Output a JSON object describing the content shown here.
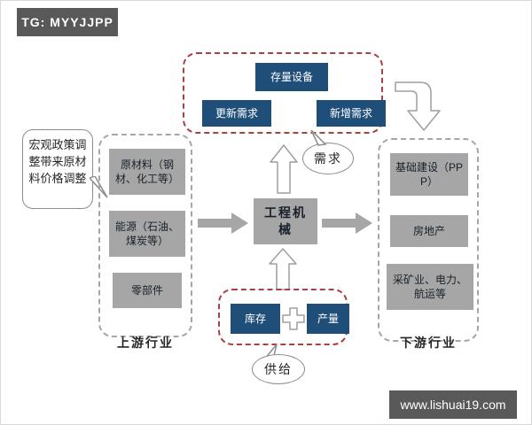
{
  "watermark": {
    "tg_badge": "TG: MYYJJPP",
    "website": "www.lishuai19.com"
  },
  "colors": {
    "navy_box": "#1f4e79",
    "gray_box": "#a6a6a6",
    "red_dashed_border": "#a8423e",
    "gray_dashed_border": "#a6a6a6",
    "dark_bar": "#595959"
  },
  "callout": {
    "text": "宏观政策调整带来原材料价格调整"
  },
  "center": {
    "label": "工程机械"
  },
  "upstream": {
    "label": "上游行业",
    "items": [
      "原材料（钢材、化工等）",
      "能源（石油、煤炭等）",
      "零部件"
    ]
  },
  "demand": {
    "bubble": "需求",
    "top_box": "存量设备",
    "left_box": "更新需求",
    "right_box": "新增需求"
  },
  "downstream": {
    "label": "下游行业",
    "items": [
      "基础建设（PPP）",
      "房地产",
      "采矿业、电力、航运等"
    ]
  },
  "supply": {
    "bubble": "供给",
    "left_box": "库存",
    "right_box": "产量"
  }
}
